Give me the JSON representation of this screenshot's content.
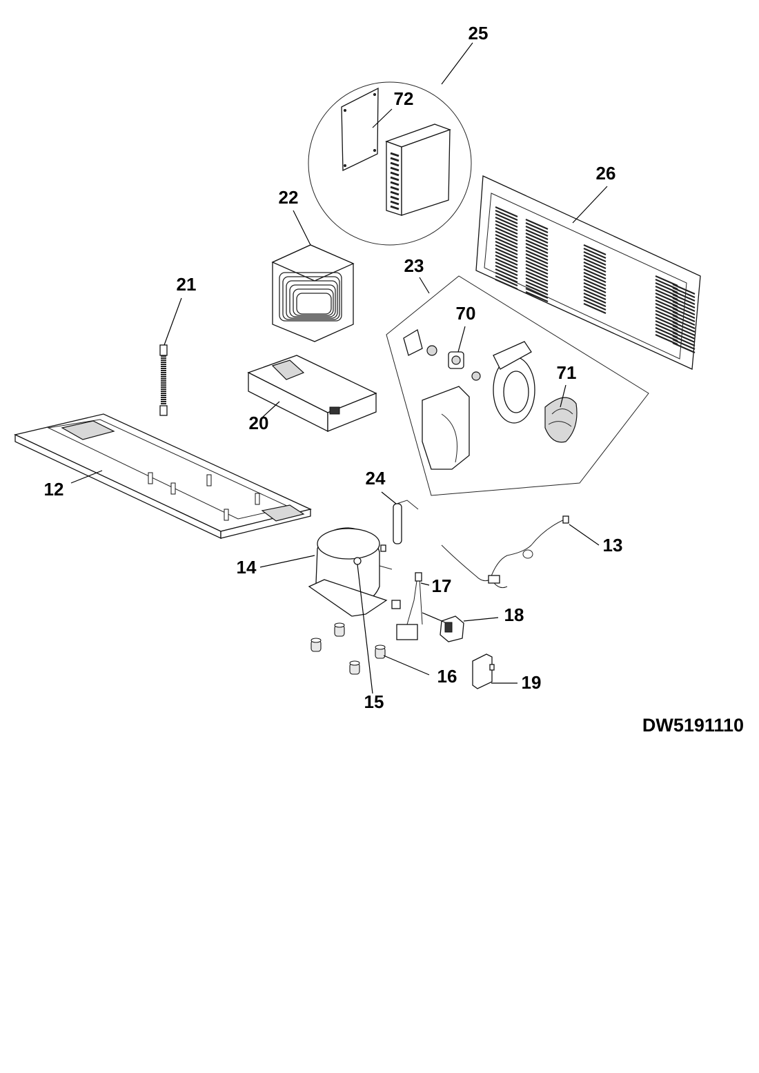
{
  "drawing_code": "DW5191110",
  "parts": [
    {
      "id": "p12",
      "label": "12",
      "icon": "base-plate-icon"
    },
    {
      "id": "p13",
      "label": "13",
      "icon": "wire-harness-icon"
    },
    {
      "id": "p14",
      "label": "14",
      "icon": "compressor-icon"
    },
    {
      "id": "p15",
      "label": "15",
      "icon": "mounting-bolt-icon"
    },
    {
      "id": "p16",
      "label": "16",
      "icon": "rubber-grommet-icon"
    },
    {
      "id": "p17",
      "label": "17",
      "icon": "overload-relay-icon"
    },
    {
      "id": "p18",
      "label": "18",
      "icon": "starter-relay-icon"
    },
    {
      "id": "p19",
      "label": "19",
      "icon": "relay-cover-icon"
    },
    {
      "id": "p20",
      "label": "20",
      "icon": "drain-pan-icon"
    },
    {
      "id": "p21",
      "label": "21",
      "icon": "flex-hose-icon"
    },
    {
      "id": "p22",
      "label": "22",
      "icon": "condenser-coil-icon"
    },
    {
      "id": "p23",
      "label": "23",
      "icon": "fan-assembly-icon"
    },
    {
      "id": "p24",
      "label": "24",
      "icon": "filter-drier-icon"
    },
    {
      "id": "p25",
      "label": "25",
      "icon": "control-box-icon"
    },
    {
      "id": "p26",
      "label": "26",
      "icon": "rear-grille-panel-icon"
    },
    {
      "id": "p70",
      "label": "70",
      "icon": "fan-motor-icon"
    },
    {
      "id": "p71",
      "label": "71",
      "icon": "fan-blade-icon"
    },
    {
      "id": "p72",
      "label": "72",
      "icon": "circuit-board-icon"
    }
  ]
}
